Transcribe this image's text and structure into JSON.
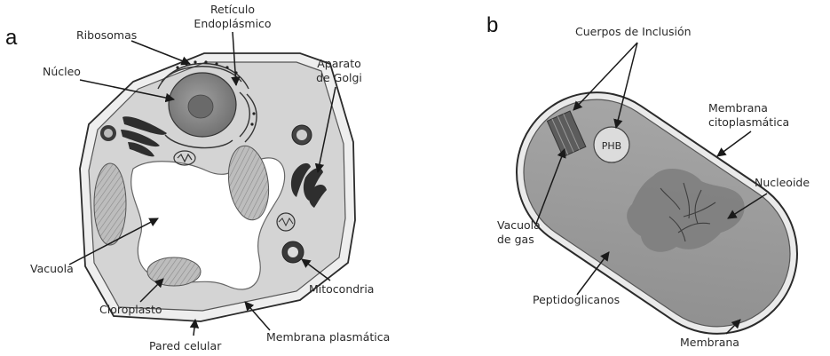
{
  "panel_a": {
    "letter": "a",
    "labels": {
      "reticulo_1": "Retículo",
      "reticulo_2": "Endoplásmico",
      "ribosomas": "Ribosomas",
      "nucleo": "Núcleo",
      "golgi_1": "Aparato",
      "golgi_2": "de Golgi",
      "vacuola": "Vacuola",
      "cloroplasto": "Cloroplasto",
      "mitocondria": "Mitocondria",
      "pared": "Pared celular",
      "membrana_plasmatica": "Membrana plasmática"
    }
  },
  "panel_b": {
    "letter": "b",
    "labels": {
      "inclusion": "Cuerpos de Inclusión",
      "membrana_cito_1": "Membrana",
      "membrana_cito_2": "citoplasmática",
      "phb": "PHB",
      "nucleoide": "Nucleoide",
      "vacuola_gas_1": "Vacuola",
      "vacuola_gas_2": "de gas",
      "peptidoglicanos": "Peptidoglicanos",
      "membrana": "Membrana"
    }
  },
  "colors": {
    "wall_fill": "#e9e9e9",
    "cytoplasm": "#d2d2d2",
    "nucleus": "#8f8f8f",
    "bacterium_fill": "#9c9c9c",
    "nucleoid": "#7a7a7a"
  }
}
